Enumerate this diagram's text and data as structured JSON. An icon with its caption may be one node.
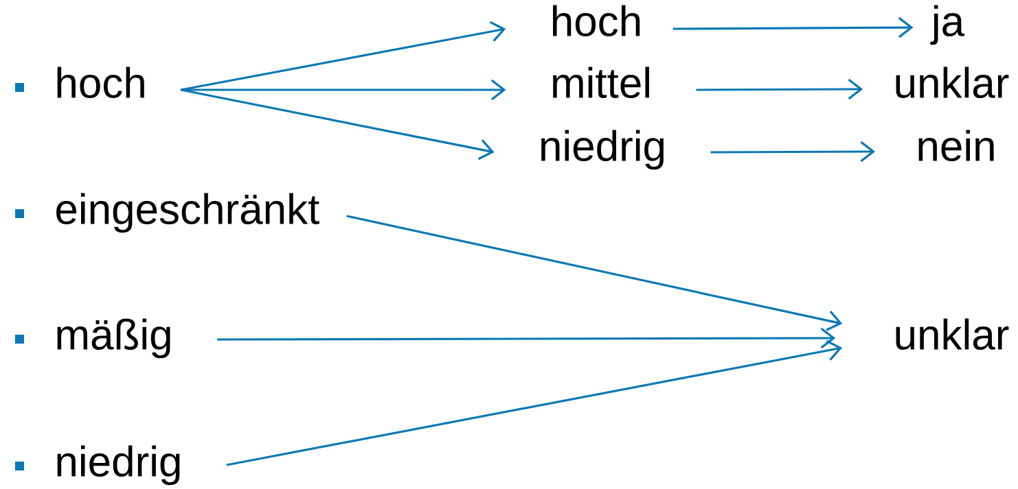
{
  "diagram": {
    "nodes": [
      {
        "text": [
          "hoch"
        ]
      },
      {
        "text": [
          "hoch"
        ]
      },
      {
        "text": [
          "ja"
        ]
      },
      {
        "text": [
          "mittel"
        ]
      },
      {
        "text": [
          "unklar"
        ]
      },
      {
        "text": [
          "niedrig"
        ]
      },
      {
        "text": [
          "nein"
        ]
      },
      {
        "text": [
          "eingeschränkt"
        ]
      },
      {
        "text": [
          "mäßig"
        ]
      },
      {
        "text": [
          "unklar"
        ]
      },
      {
        "text": [
          "niedrig"
        ]
      }
    ],
    "edges": [
      {
        "from": 0,
        "to": 1,
        "arrow": "to"
      },
      {
        "from": 0,
        "to": 3,
        "arrow": "to"
      },
      {
        "from": 0,
        "to": 5,
        "arrow": "to"
      },
      {
        "from": 1,
        "to": 2,
        "arrow": "to"
      },
      {
        "from": 3,
        "to": 4,
        "arrow": "to"
      },
      {
        "from": 5,
        "to": 6,
        "arrow": "to"
      },
      {
        "from": 7,
        "to": 9,
        "arrow": "to"
      },
      {
        "from": 8,
        "to": 9,
        "arrow": "to"
      },
      {
        "from": 10,
        "to": 9,
        "arrow": "to"
      }
    ]
  }
}
